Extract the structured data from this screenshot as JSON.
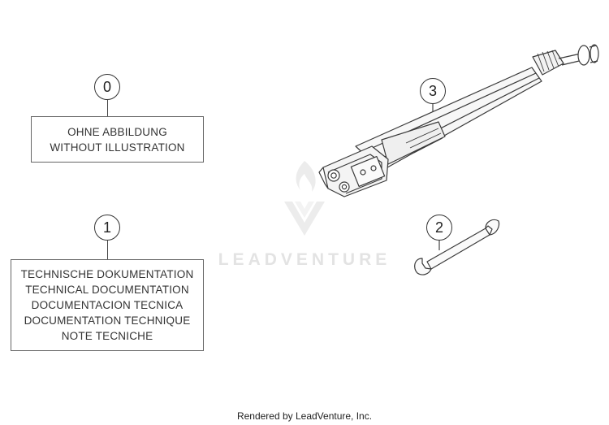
{
  "callouts": {
    "c0": "0",
    "c1": "1",
    "c2": "2",
    "c3": "3"
  },
  "boxes": {
    "no_illustration": [
      "OHNE ABBILDUNG",
      "WITHOUT ILLUSTRATION"
    ],
    "technical_documentation": [
      "TECHNISCHE DOKUMENTATION",
      "TECHNICAL DOCUMENTATION",
      "DOCUMENTACION TECNICA",
      "DOCUMENTATION TECHNIQUE",
      "NOTE TECNICHE"
    ]
  },
  "watermark": "LEADVENTURE",
  "footer": "Rendered by LeadVenture, Inc.",
  "colors": {
    "line": "#444444",
    "watermark": "#e3e3e3"
  },
  "icons": {
    "part_2": "open-end-wrench-icon",
    "part_3": "side-stand-icon"
  }
}
